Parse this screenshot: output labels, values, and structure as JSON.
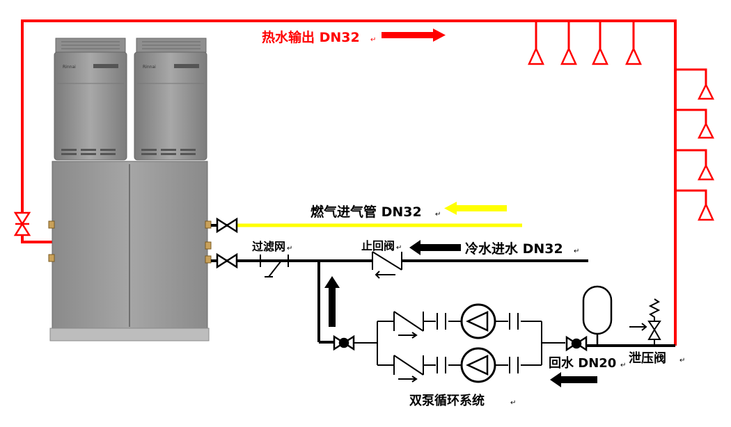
{
  "labels": {
    "hot_water_out": "热水输出 DN32",
    "gas_inlet": "燃气进气管 DN32",
    "filter": "过滤网",
    "check_valve": "止回阀",
    "cold_water_in": "冷水进水 DN32",
    "return_water": "回水 DN20",
    "relief_valve": "泄压阀",
    "dual_pump": "双泵循环系统"
  },
  "heater_panels": [
    {
      "brand": "Rinnai"
    },
    {
      "brand": "Rinnai"
    }
  ],
  "colors": {
    "hot_pipe": "#ff0000",
    "gas_pipe": "#ffff00",
    "water_pipe": "#000000",
    "cabinet": "#8c8c8c"
  },
  "icons": [
    "gate-valve-icon",
    "flow-arrow-icon",
    "pump-icon",
    "check-valve-icon",
    "expansion-tank-icon",
    "sprinkler-outlet-icon",
    "strainer-icon",
    "relief-valve-icon"
  ]
}
